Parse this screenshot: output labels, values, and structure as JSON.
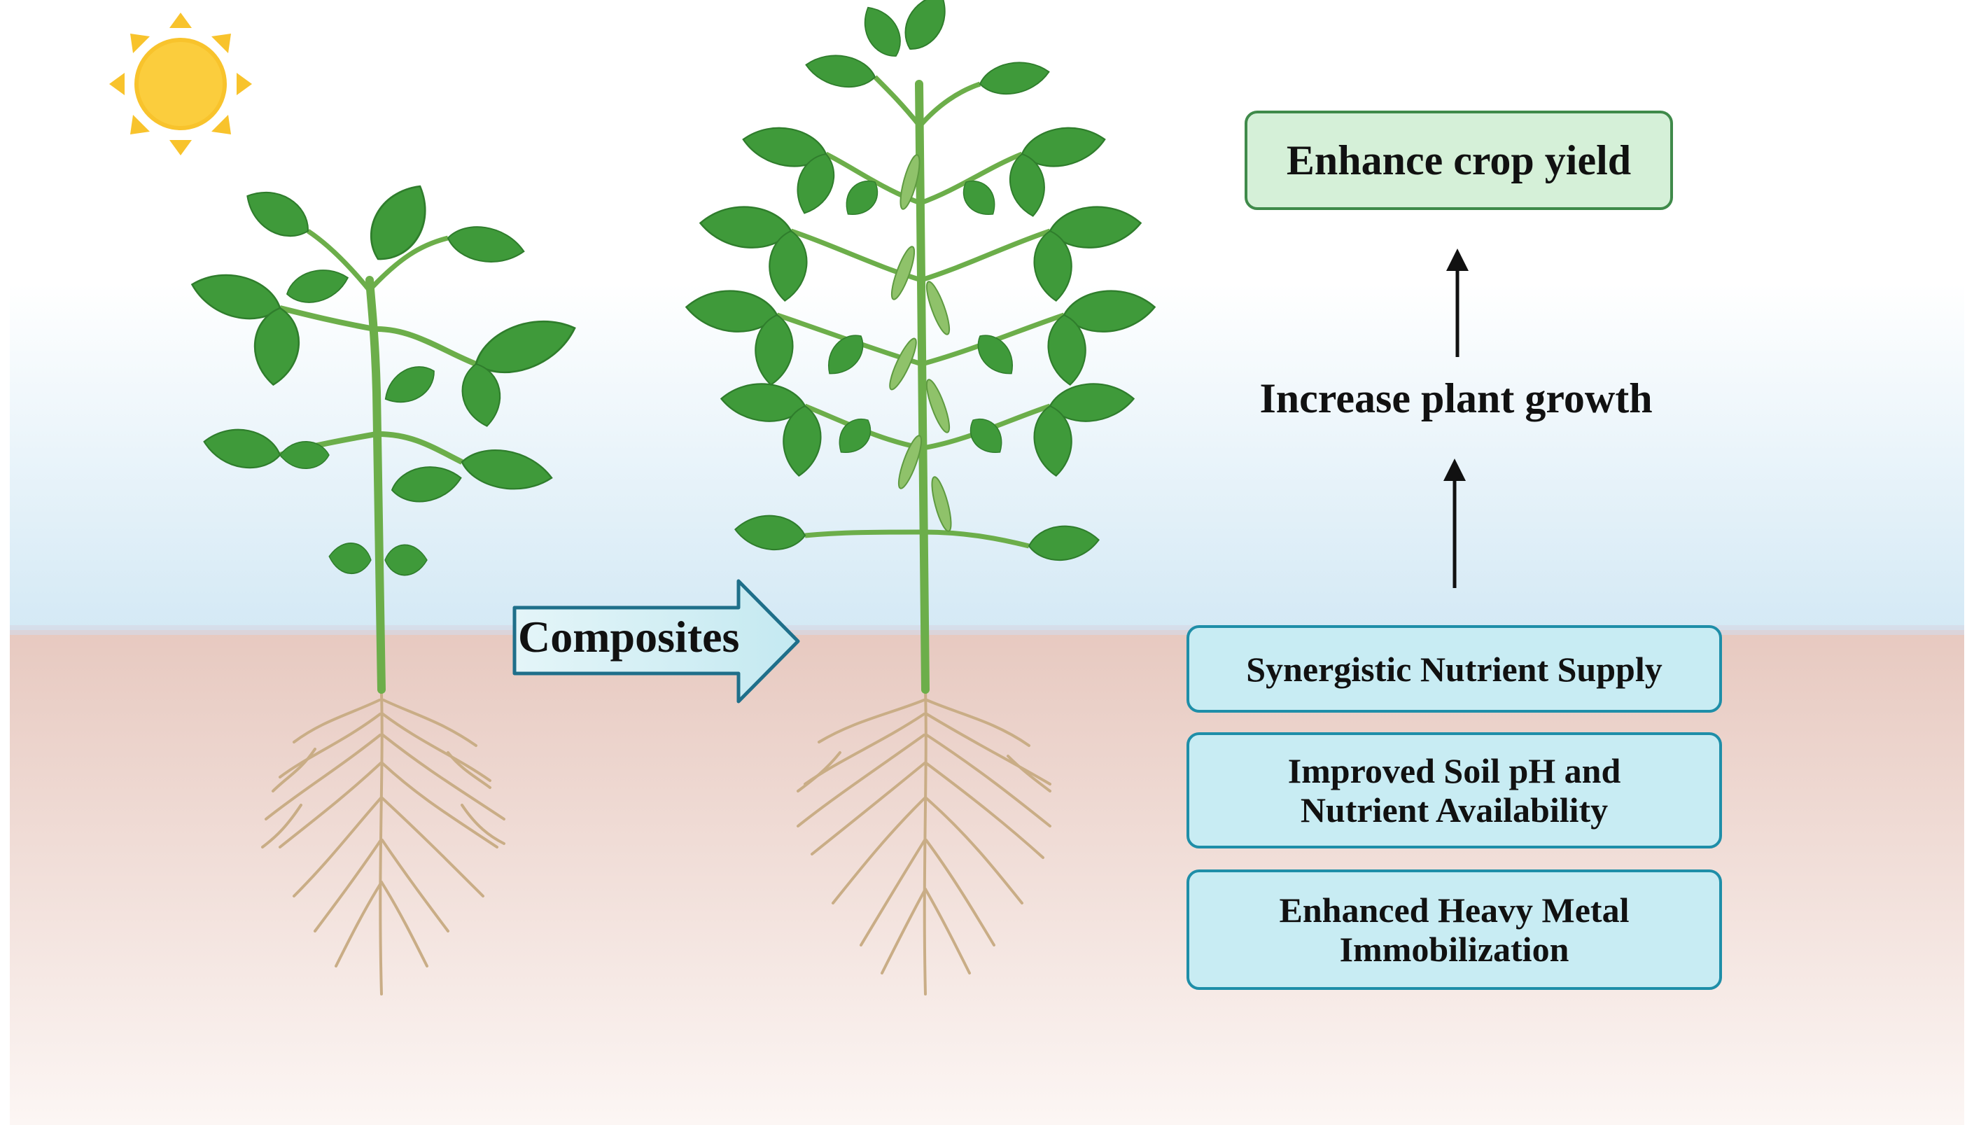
{
  "goal": {
    "label": "Enhance crop yield"
  },
  "middle_step": {
    "label": "Increase plant growth"
  },
  "treatment": {
    "label": "Composites"
  },
  "mechanisms": [
    {
      "lines": [
        "Synergistic Nutrient Supply"
      ]
    },
    {
      "lines": [
        "Improved Soil pH and",
        "Nutrient Availability"
      ]
    },
    {
      "lines": [
        "Enhanced Heavy Metal",
        "Immobilization"
      ]
    }
  ],
  "colors": {
    "sky_top": "#ffffff",
    "sky_bottom": "#d4e9f5",
    "soil_top": "#e7c9c0",
    "soil_bottom": "#fbf4f2",
    "leaf": "#3f9a3a",
    "leaf_dark": "#2f7d2c",
    "stem": "#6cae4a",
    "root": "#c9ad86",
    "sun": "#f8c32c",
    "goal_fill": "#d5f0d8",
    "goal_border": "#3f8a4a",
    "box_fill": "#c8ecf3",
    "box_border": "#1e8ea8"
  },
  "icons": [
    "sun-icon",
    "small-plant-icon",
    "large-plant-icon",
    "arrow-right-icon",
    "arrow-up-icon"
  ]
}
